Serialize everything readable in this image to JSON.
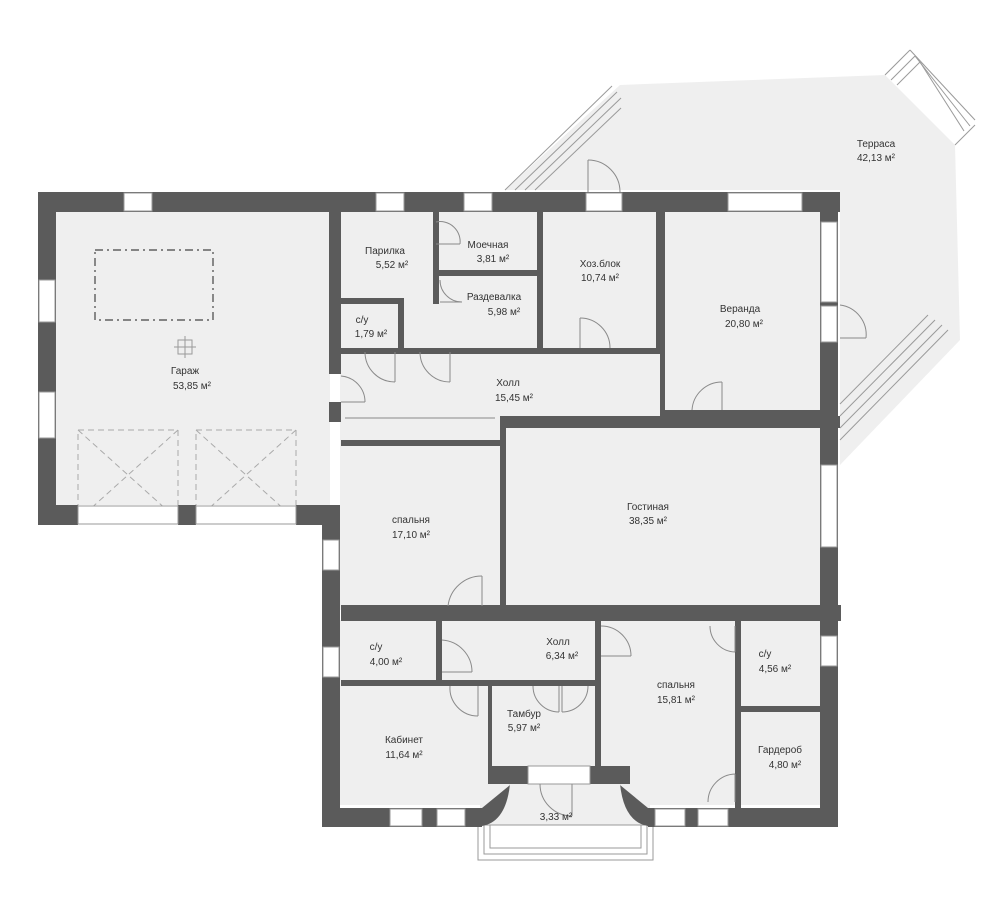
{
  "rooms": {
    "terrace": {
      "name": "Терраса",
      "area": "42,13 м²"
    },
    "garage": {
      "name": "Гараж",
      "area": "53,85 м²"
    },
    "steam": {
      "name": "Парилка",
      "area": "5,52 м²"
    },
    "wash": {
      "name": "Моечная",
      "area": "3,81 м²"
    },
    "utility": {
      "name": "Хоз.блок",
      "area": "10,74 м²"
    },
    "veranda": {
      "name": "Веранда",
      "area": "20,80 м²"
    },
    "dressing": {
      "name": "Раздевалка",
      "area": "5,98 м²"
    },
    "wc1": {
      "name": "с/у",
      "area": "1,79 м²"
    },
    "hall1": {
      "name": "Холл",
      "area": "15,45 м²"
    },
    "bedroom1": {
      "name": "спальня",
      "area": "17,10 м²"
    },
    "living": {
      "name": "Гостиная",
      "area": "38,35 м²"
    },
    "wc2": {
      "name": "с/у",
      "area": "4,00 м²"
    },
    "hall2": {
      "name": "Холл",
      "area": "6,34 м²"
    },
    "wc3": {
      "name": "с/у",
      "area": "4,56 м²"
    },
    "bedroom2": {
      "name": "спальня",
      "area": "15,81 м²"
    },
    "vestibule": {
      "name": "Тамбур",
      "area": "5,97 м²"
    },
    "office": {
      "name": "Кабинет",
      "area": "11,64 м²"
    },
    "wardrobe": {
      "name": "Гардероб",
      "area": "4,80 м²"
    },
    "porch": {
      "name": "",
      "area": "3,33 м²"
    }
  },
  "colors": {
    "wall": "#5b5b5b",
    "floor": "#efefef",
    "line": "#8a8a8a"
  }
}
